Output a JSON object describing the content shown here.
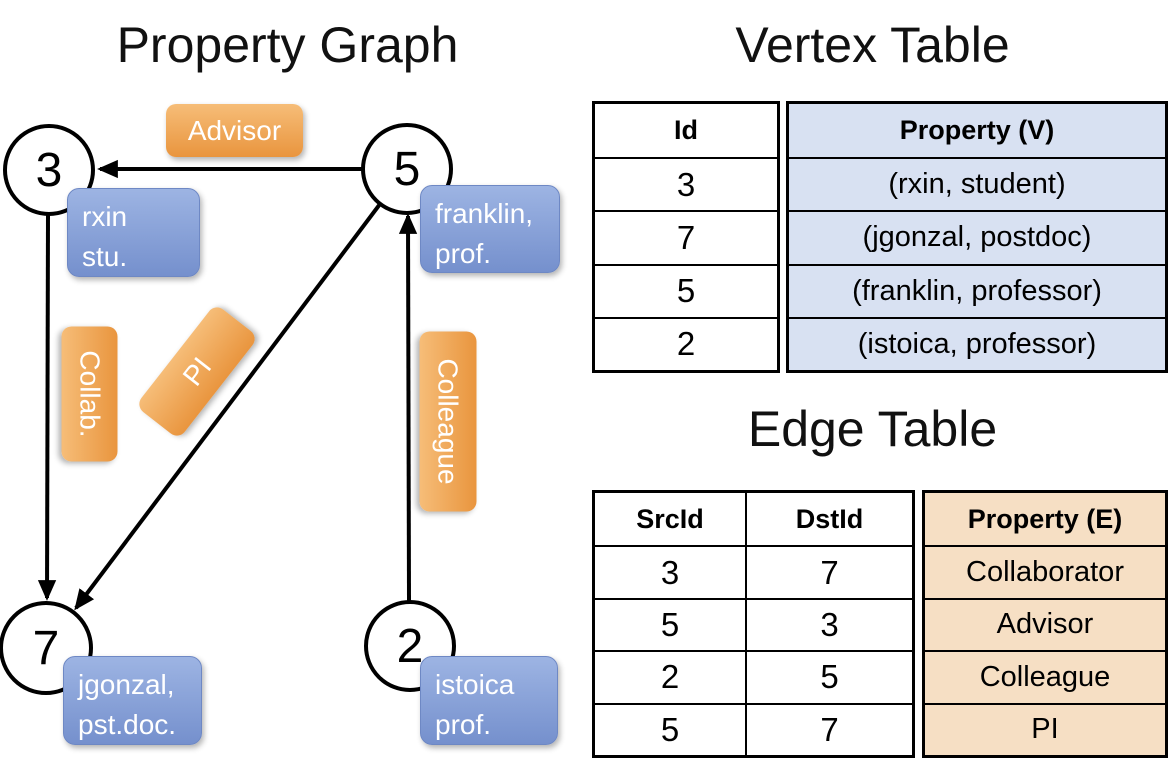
{
  "titles": {
    "graph": "Property Graph",
    "vertex_table": "Vertex Table",
    "edge_table": "Edge Table"
  },
  "graph": {
    "nodes": [
      {
        "id": "3"
      },
      {
        "id": "5"
      },
      {
        "id": "7"
      },
      {
        "id": "2"
      }
    ],
    "edge_labels": {
      "advisor": "Advisor",
      "collab": "Collab.",
      "pi": "PI",
      "colleague": "Colleague"
    },
    "vertex_callouts": [
      {
        "line1": "rxin",
        "line2": "stu."
      },
      {
        "line1": "franklin,",
        "line2": "prof."
      },
      {
        "line1": "jgonzal,",
        "line2": "pst.doc."
      },
      {
        "line1": "istoica",
        "line2": "prof."
      }
    ]
  },
  "vertex_table": {
    "columns": {
      "id": "Id",
      "property": "Property (V)"
    },
    "ids": [
      "3",
      "7",
      "5",
      "2"
    ],
    "properties": [
      "(rxin, student)",
      "(jgonzal, postdoc)",
      "(franklin, professor)",
      "(istoica, professor)"
    ]
  },
  "edge_table": {
    "columns": {
      "src": "SrcId",
      "dst": "DstId",
      "property": "Property (E)"
    },
    "rows": [
      {
        "src": "3",
        "dst": "7",
        "property": "Collaborator"
      },
      {
        "src": "5",
        "dst": "3",
        "property": "Advisor"
      },
      {
        "src": "2",
        "dst": "5",
        "property": "Colleague"
      },
      {
        "src": "5",
        "dst": "7",
        "property": "PI"
      }
    ]
  },
  "colors": {
    "edge_label_orange": "#eda04c",
    "vertex_callout_blue": "#8aa5d8",
    "vertex_table_fill": "#d8e1f2",
    "edge_table_fill": "#f6dfc4",
    "line": "#000000"
  }
}
